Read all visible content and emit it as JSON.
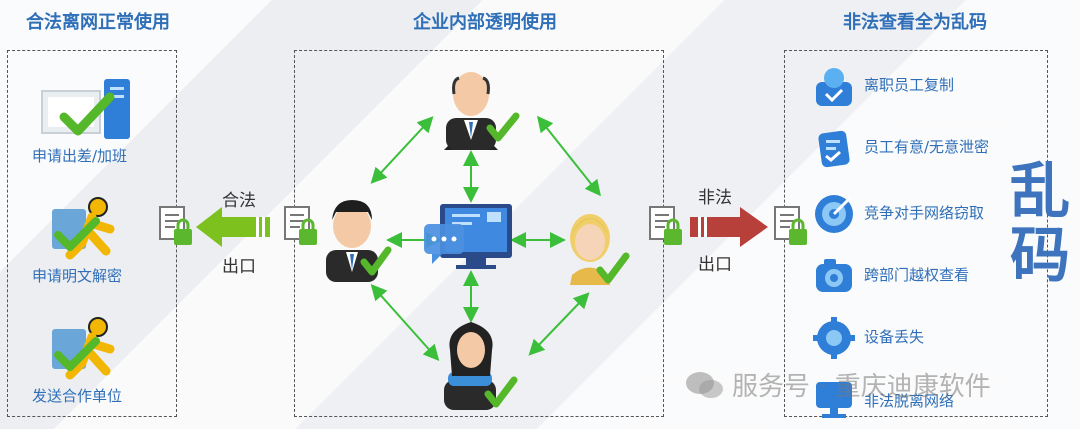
{
  "sections": {
    "left": {
      "title": "合法离网正常使用",
      "items": [
        "申请出差/加班",
        "申请明文解密",
        "发送合作单位"
      ]
    },
    "middle": {
      "title": "企业内部透明使用"
    },
    "right": {
      "title": "非法查看全为乱码",
      "items": [
        "离职员工复制",
        "员工有意/无意泄密",
        "竞争对手网络窃取",
        "跨部门越权查看",
        "设备丢失",
        "非法脱离网络"
      ],
      "big_text": "乱码"
    }
  },
  "flows": {
    "legal": {
      "line1": "合法",
      "line2": "出口",
      "color": "#7dc11f"
    },
    "illegal": {
      "line1": "非法",
      "line2": "出口",
      "color": "#b8403a"
    }
  },
  "watermark": "服务号 · 重庆迪康软件",
  "colors": {
    "title_blue": "#2f6fb8",
    "arrow_green": "#3bbf3b",
    "check_green": "#55b82a"
  }
}
